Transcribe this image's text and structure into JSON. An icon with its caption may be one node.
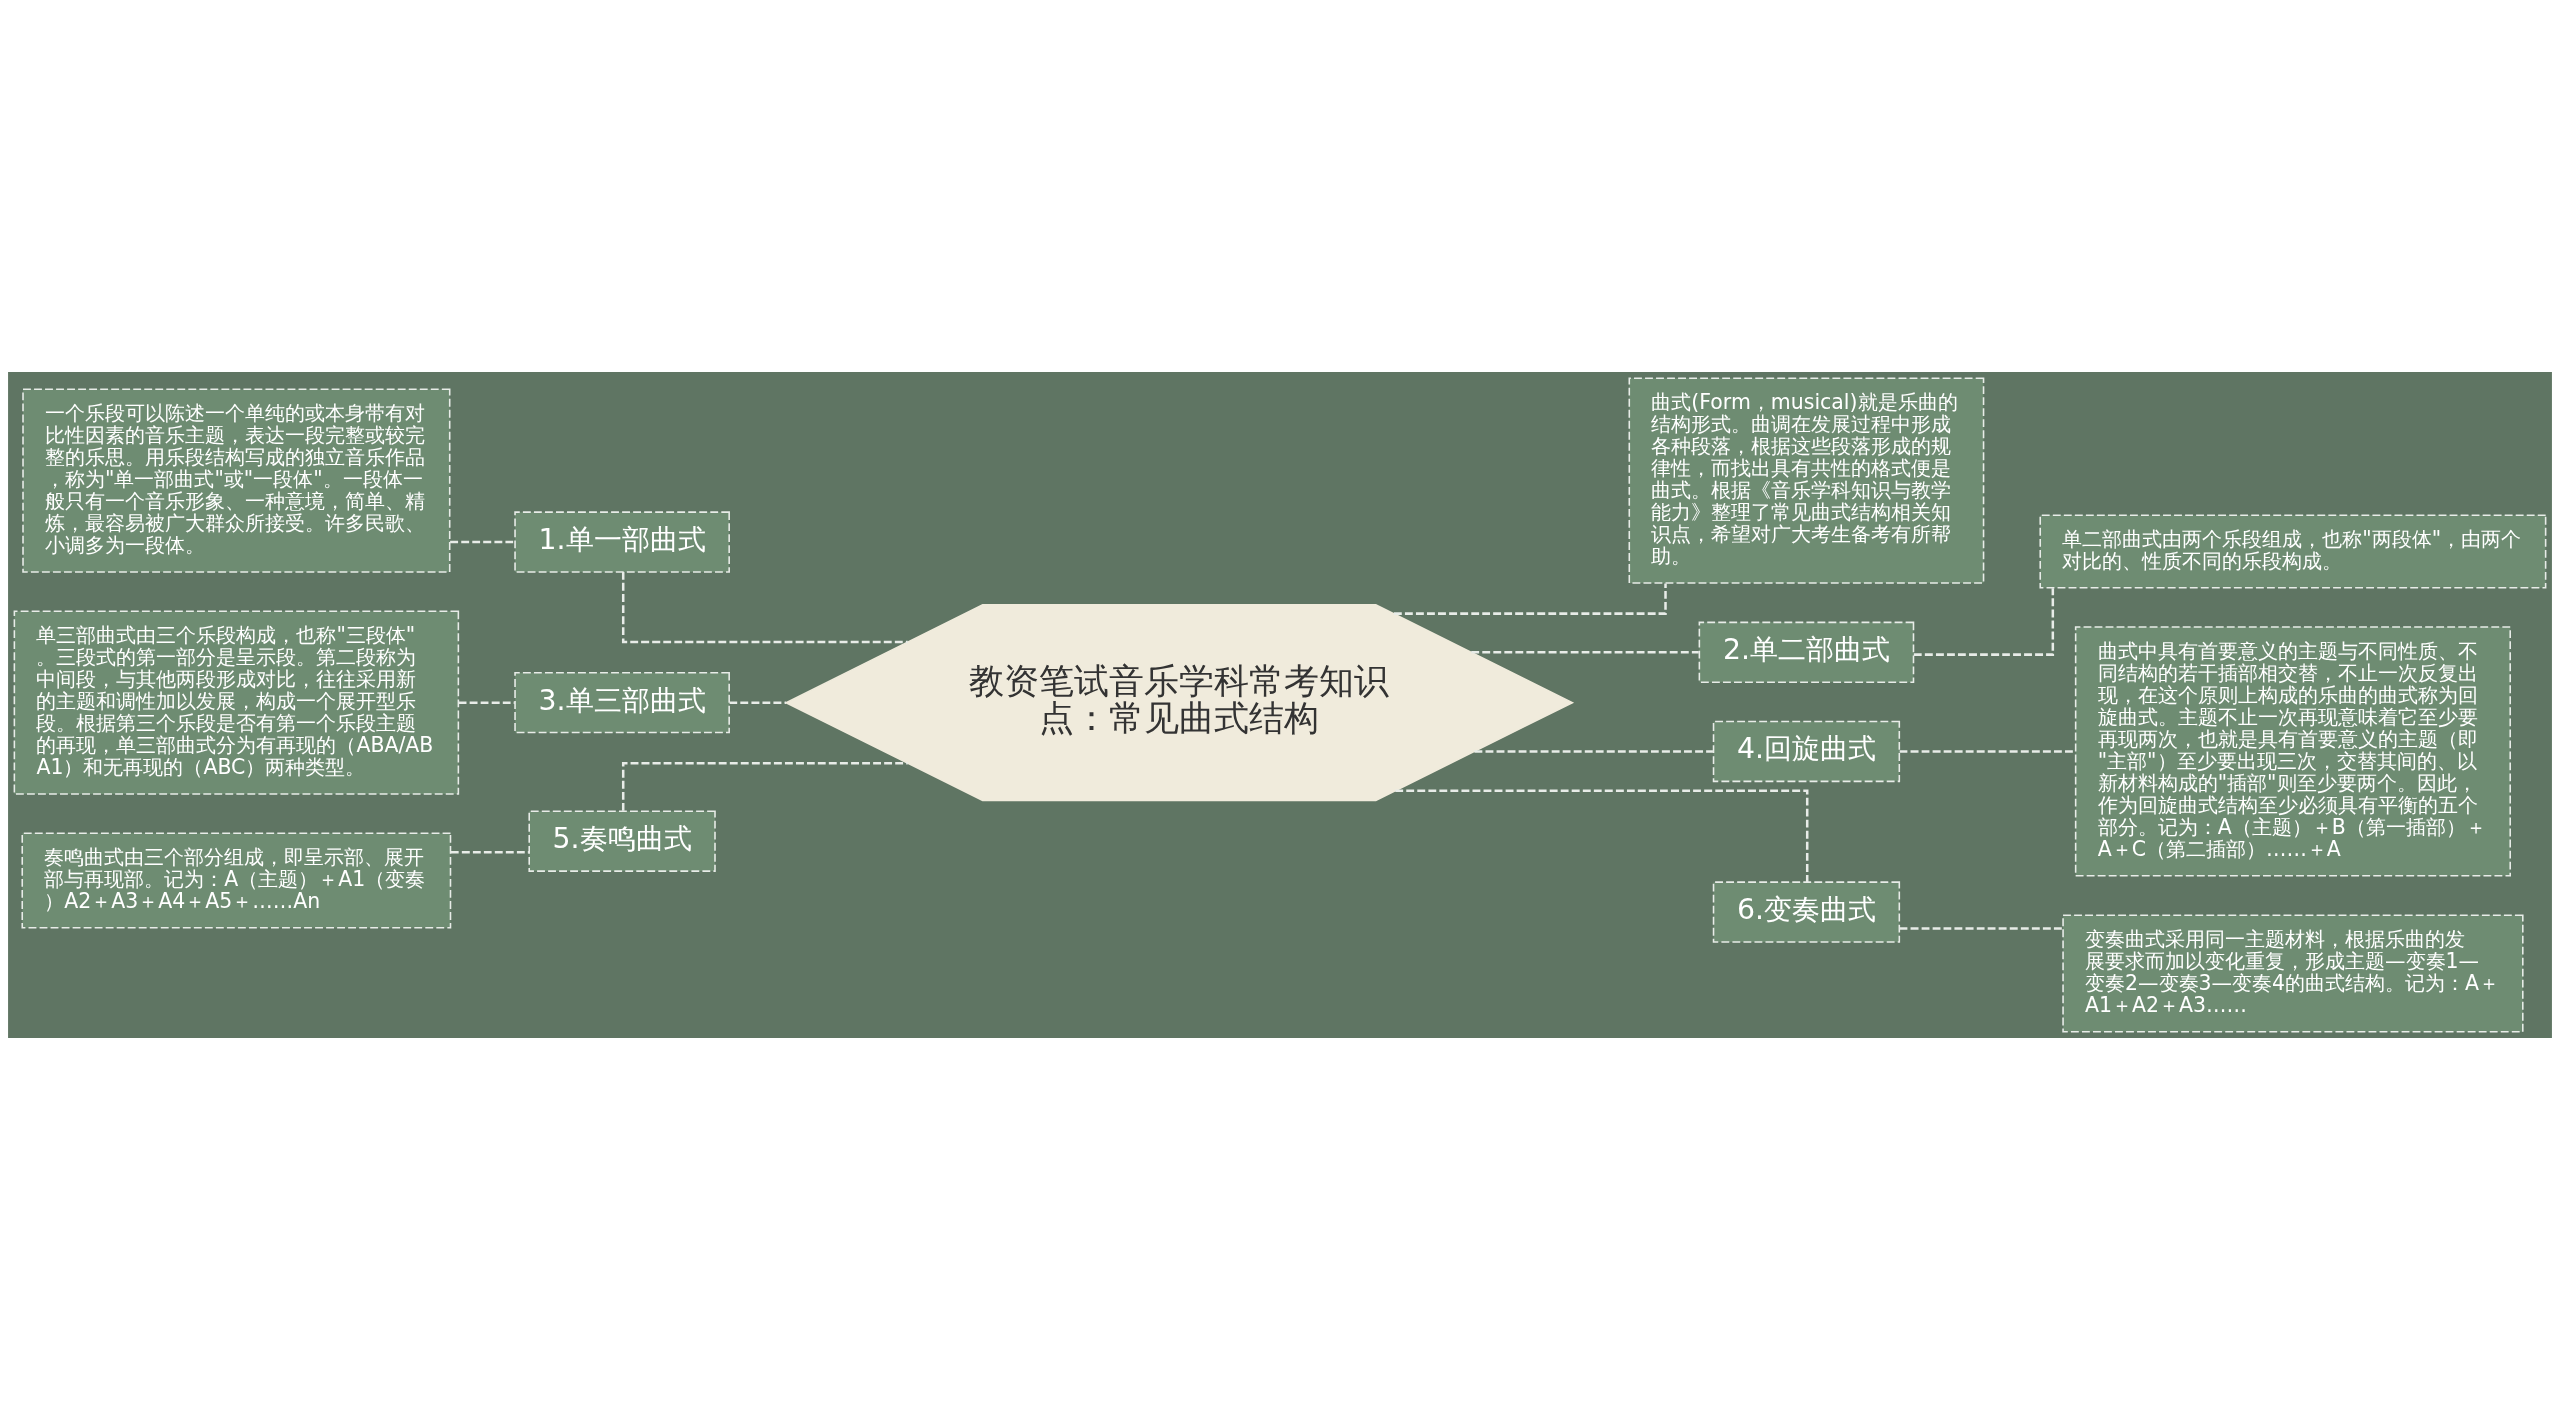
{
  "diagram": {
    "nodes": [
      {
        "text": [
          "教资笔试音乐学科常考知识点：常见曲式结构"
        ]
      },
      {
        "text": [
          "曲式(Form，musical)就是乐曲的结构形式。曲调在发展过程中形成各种段落，根据这些段落形成的规律性，而找出具有共性的格式便是曲式。根据《音乐学科知识与教学能力》整理了常见曲式结构相关知识点，希望对广大考生备考有所帮助。"
        ]
      },
      {
        "text": [
          "2.单二部曲式"
        ]
      },
      {
        "text": [
          "单二部曲式由两个乐段组成，也称\"两段体\"，由两个对比的、性质不同的乐段构成。"
        ]
      },
      {
        "text": [
          "4.回旋曲式"
        ]
      },
      {
        "text": [
          "曲式中具有首要意义的主题与不同性质、不同结构的若干插部相交替，不止一次反复出现，在这个原则上构成的乐曲的曲式称为回旋曲式。主题不止一次再现意味着它至少要再现两次，也就是具有首要意义的主题（即\"主部\"）至少要出现三次，交替其间的、以新材料构成的\"插部\"则至少要两个。因此，作为回旋曲式结构至少必须具有平衡的五个部分。记为：A（主题）＋B（第一插部）＋A＋C（第二插部）……＋A"
        ]
      },
      {
        "text": [
          "6.变奏曲式"
        ]
      },
      {
        "text": [
          "变奏曲式采用同一主题材料，根据乐曲的发展要求而加以变化重复，形成主题—变奏1—变奏2—变奏3—变奏4的曲式结构。记为：A＋A1＋A2＋A3……"
        ]
      },
      {
        "text": [
          "1.单一部曲式"
        ]
      },
      {
        "text": [
          "一个乐段可以陈述一个单纯的或本身带有对比性因素的音乐主题，表达一段完整或较完整的乐思。用乐段结构写成的独立音乐作品，称为\"单一部曲式\"或\"一段体\"。一段体一般只有一个音乐形象、一种意境，简单、精炼，最容易被广大群众所接受。许多民歌、小调多为一段体。"
        ]
      },
      {
        "text": [
          "3.单三部曲式"
        ]
      },
      {
        "text": [
          "单三部曲式由三个乐段构成，也称\"三段体\"。三段式的第一部分是呈示段。第二段称为中间段，与其他两段形成对比，往往采用新的主题和调性加以发展，构成一个展开型乐段。根据第三个乐段是否有第一个乐段主题的再现，单三部曲式分为有再现的（ABA/ABA1）和无再现的（ABC）两种类型。"
        ]
      },
      {
        "text": [
          "5.奏鸣曲式"
        ]
      },
      {
        "text": [
          "奏鸣曲式由三个部分组成，即呈示部、展开部与再现部。记为：A（主题）＋A1（变奏）A2＋A3＋A4＋A5＋……An"
        ]
      }
    ],
    "edges": [
      {
        "from": 0,
        "to": 1,
        "arrow": "none",
        "style": "dashed"
      },
      {
        "from": 0,
        "to": 2,
        "arrow": "none",
        "style": "dashed"
      },
      {
        "from": 2,
        "to": 3,
        "arrow": "none",
        "style": "dashed"
      },
      {
        "from": 0,
        "to": 4,
        "arrow": "none",
        "style": "dashed"
      },
      {
        "from": 4,
        "to": 5,
        "arrow": "none",
        "style": "dashed"
      },
      {
        "from": 0,
        "to": 6,
        "arrow": "none",
        "style": "dashed"
      },
      {
        "from": 6,
        "to": 7,
        "arrow": "none",
        "style": "dashed"
      },
      {
        "from": 0,
        "to": 8,
        "arrow": "none",
        "style": "dashed"
      },
      {
        "from": 8,
        "to": 9,
        "arrow": "none",
        "style": "dashed"
      },
      {
        "from": 0,
        "to": 10,
        "arrow": "none",
        "style": "dashed"
      },
      {
        "from": 10,
        "to": 11,
        "arrow": "none",
        "style": "dashed"
      },
      {
        "from": 0,
        "to": 12,
        "arrow": "none",
        "style": "dashed"
      },
      {
        "from": 12,
        "to": 13,
        "arrow": "none",
        "style": "dashed"
      }
    ]
  }
}
